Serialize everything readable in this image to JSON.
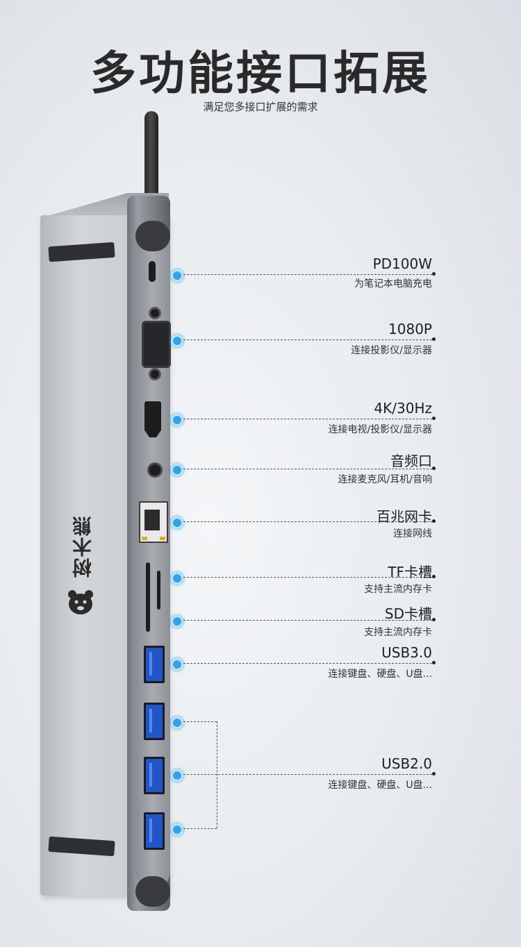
{
  "header": {
    "title": "多功能接口拓展",
    "subtitle": "满足您多接口扩展的需求"
  },
  "brand": {
    "logo_text": "树木熊",
    "logo_icon": "bear-head-icon"
  },
  "ports": [
    {
      "name": "PD100W",
      "desc": "为笔记本电脑充电"
    },
    {
      "name": "1080P",
      "desc": "连接投影仪/显示器"
    },
    {
      "name": "4K/30Hz",
      "desc": "连接电视/投影仪/显示器"
    },
    {
      "name": "音频口",
      "desc": "连接麦克风/耳机/音响"
    },
    {
      "name": "百兆网卡",
      "desc": "连接网线"
    },
    {
      "name": "TF卡槽",
      "desc": "支持主流内存卡"
    },
    {
      "name": "SD卡槽",
      "desc": "支持主流内存卡"
    },
    {
      "name": "USB3.0",
      "desc": "连接键盘、硬盘、U盘..."
    },
    {
      "name": "USB2.0",
      "desc": "连接键盘、硬盘、U盘..."
    }
  ],
  "colors": {
    "callout_dot": "#2fa4ea",
    "usb_port": "#2156c9",
    "device_body": "#c5c8cc"
  }
}
